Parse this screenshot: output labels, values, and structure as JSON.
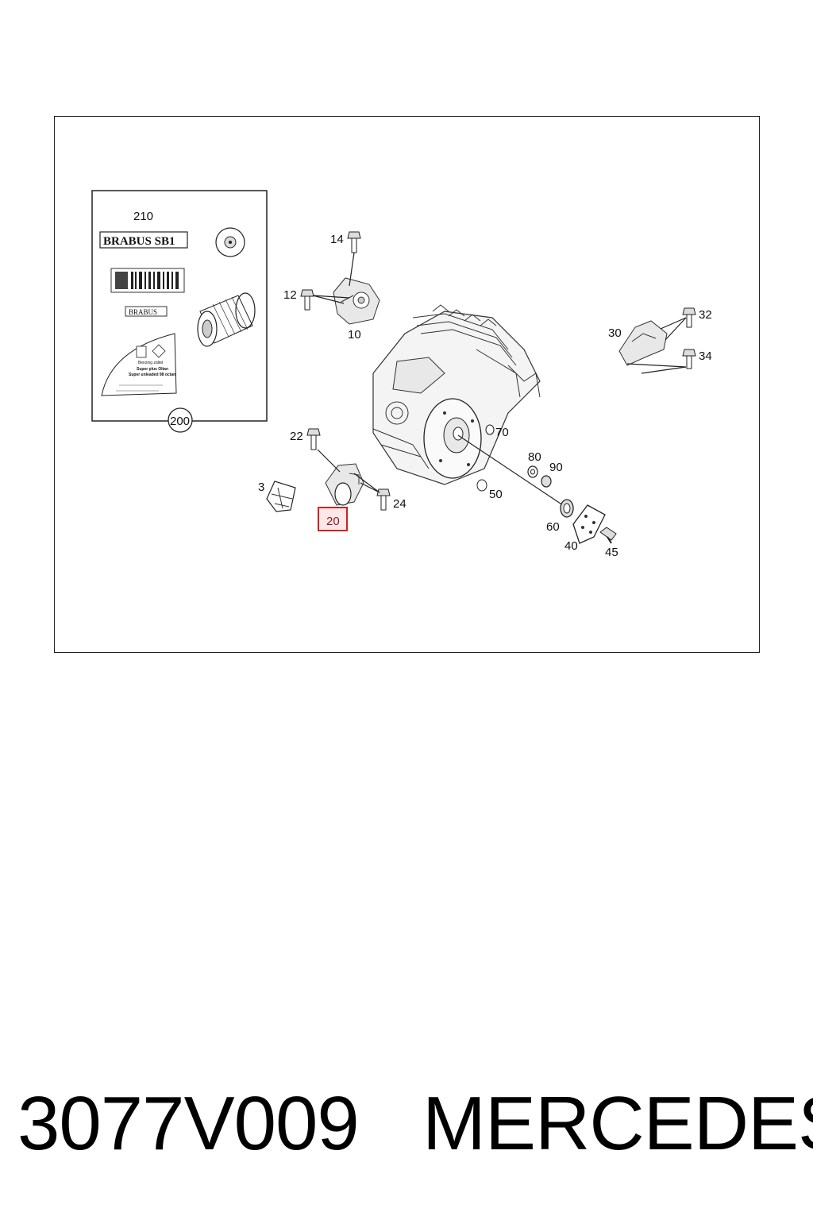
{
  "diagram": {
    "labels": {
      "p3": "3",
      "p10": "10",
      "p12": "12",
      "p14": "14",
      "p20": "20",
      "p22": "22",
      "p24": "24",
      "p30": "30",
      "p32": "32",
      "p34": "34",
      "p40": "40",
      "p45": "45",
      "p50": "50",
      "p60": "60",
      "p70": "70",
      "p80": "80",
      "p90": "90",
      "p200": "200",
      "p210": "210"
    },
    "kit": {
      "brand_label": "BRABUS SB1",
      "small_badge": "BRABUS",
      "sticker_line1": "Benzing zältet",
      "sticker_line2": "Super plus Oltan",
      "sticker_line3": "Super unleaded 98 octan"
    },
    "highlight_color": "#d42020"
  },
  "footer": {
    "part_code": "3077V009",
    "brand": "MERCEDES"
  }
}
